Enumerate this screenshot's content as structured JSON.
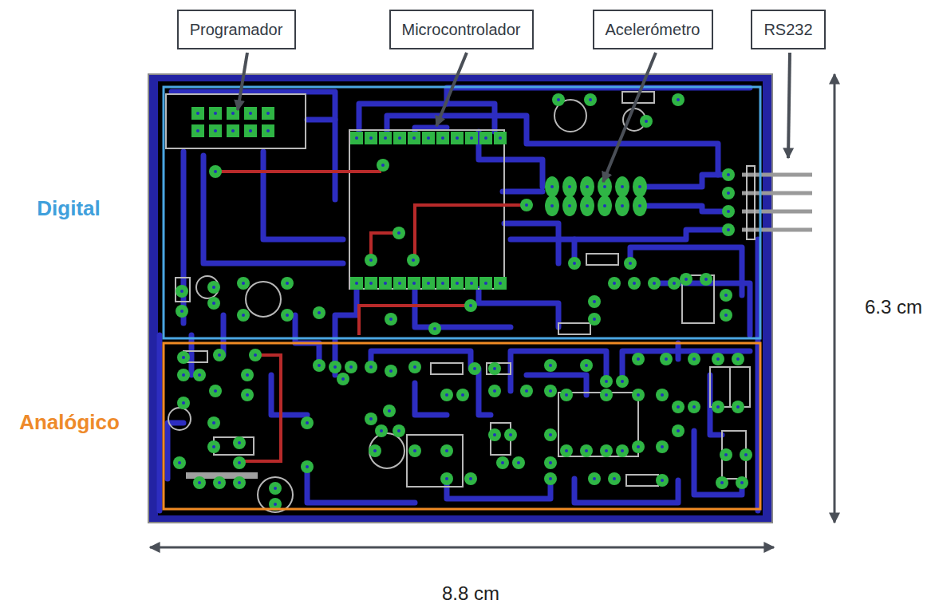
{
  "diagram": {
    "nodes": [
      {
        "text": [
          "Programador"
        ]
      },
      {
        "text": [
          "Microcontrolador"
        ]
      },
      {
        "text": [
          "Acelerómetro"
        ]
      },
      {
        "text": [
          "RS232"
        ]
      }
    ],
    "labels": [
      "Digital",
      "Analógico",
      "6.3 cm",
      "8.8 cm"
    ]
  }
}
